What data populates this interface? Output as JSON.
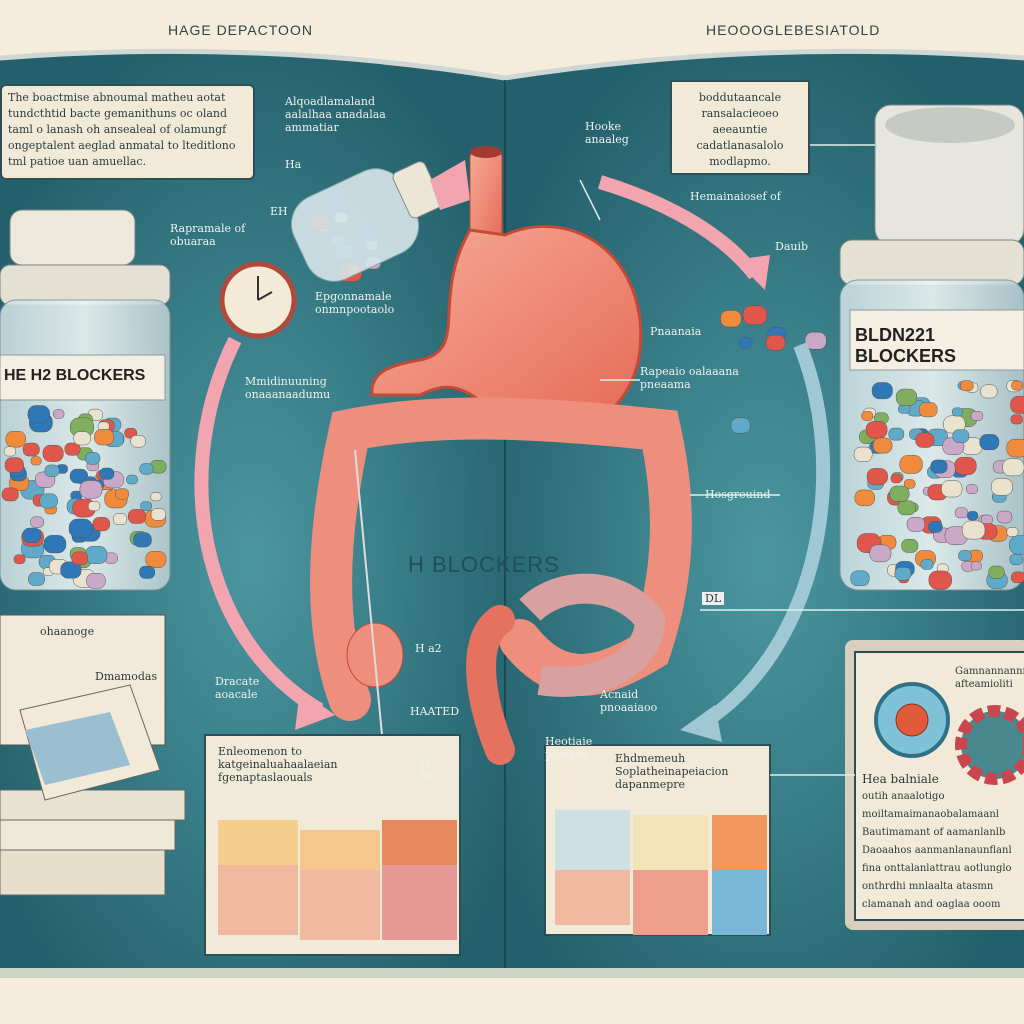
{
  "headers": {
    "left": "HAGE DEPACTOON",
    "right": "HEOOOGLEBESIATOLD"
  },
  "main_title": "H BLOCKERS",
  "left_jar_label": "HE H2 BLOCKERS",
  "right_jar_label": "BLDN221 BLOCKERS",
  "intro_box": "The boactmise abnoumal matheu aotat tundcthtid bacte gemanithuns oc oland taml o lanash oh ansealeal of olamungf ongeptalent aeglad anmatal to lteditlono tml patioe uan amuellac.",
  "right_top_box": "boddutaancale ransalacieoeo aeeauntie cadatlanasalolo modlapmo.",
  "labels": {
    "bottle_note": "Alqoadlamaland aalalhaa anadalaa ammatiar",
    "ha": "Ha",
    "eh": "EH",
    "clock_note": "Rapramale of obuaraa",
    "stomach_note": "Epgonnamale onmnpootaolo",
    "intestine_note": "Mmidinuuning onaaanaadumu",
    "hooke": "Hooke anaaleg",
    "hemainal": "Hemainaiosef of",
    "pnamia": "Pnaanaia",
    "dauib": "Dauib",
    "rapeaio": "Rapeaio oalaaana pneaama",
    "hosgreuind": "Hosgreuind",
    "dracate": "Dracate aoacale",
    "h_a2": "H a2",
    "haated": "HAATED",
    "h_he": "H He",
    "acnaid": "Acnaid pnoaaiaoo",
    "heotiaie": "Heotiaie pleaaoo",
    "books": "ohaanoge",
    "book_cover": "Dmamodas",
    "dl_cap": "DL"
  },
  "bottom_left_panel": {
    "title": "Enleomenon to",
    "lines": [
      "katgeinaluahaalaeian",
      "fgenaptaslaouals"
    ]
  },
  "bottom_right_panel": {
    "title": "Ehdmemeuh",
    "lines": [
      "Soplatheinapeiacion",
      "dapanmepre"
    ]
  },
  "right_card": {
    "caption": "Gamnannannn afteamioliti",
    "heading": "Hea balniale",
    "lines": [
      "outih anaalotigo",
      "moiltamaimanaobalamaanl",
      "Bautimamant of aamanlanlb",
      "Daoaahos aanmanlanaunflanl",
      "fina onttalanlattrau aotlunglo",
      "onthrdhi mnlaalta atasmn",
      "clamanah and oaglaa ooom"
    ]
  },
  "colors": {
    "page": "#2f6f78",
    "paper": "#f4eddc",
    "arrow": "#f2a5ae",
    "organ": "#f08a78"
  }
}
